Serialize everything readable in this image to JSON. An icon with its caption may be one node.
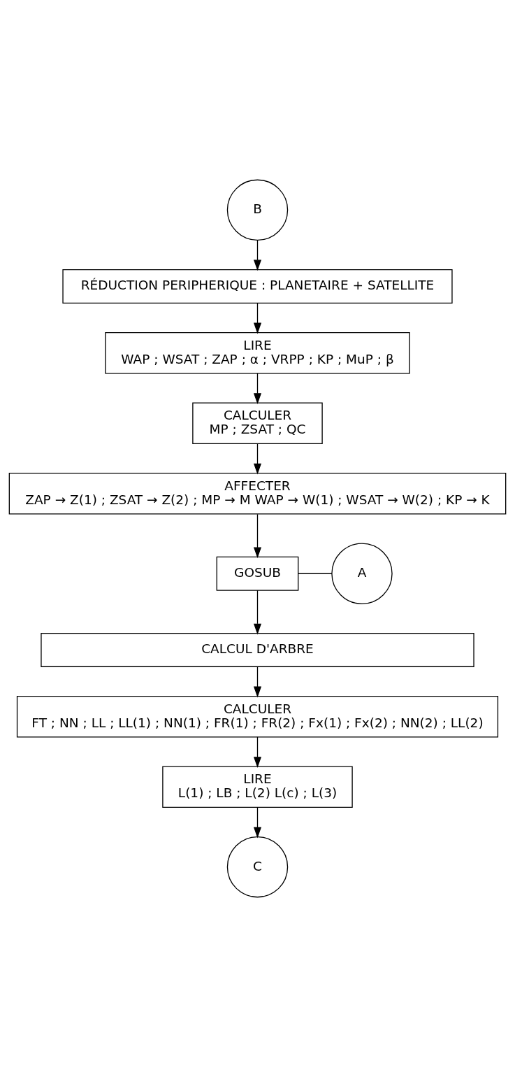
{
  "diagram": {
    "nodes": [
      {
        "text": [
          "B"
        ]
      },
      {
        "text": [
          "RÉDUCTION PERIPHERIQUE : PLANETAIRE + SATELLITE"
        ]
      },
      {
        "text": [
          "LIRE",
          "WAP ; WSAT ; ZAP ; α ; VRPP ; KP ; MuP ; β"
        ]
      },
      {
        "text": [
          "CALCULER",
          "MP ; ZSAT ; QC"
        ]
      },
      {
        "text": [
          "AFFECTER",
          "ZAP → Z(1) ; ZSAT → Z(2) ; MP → M WAP → W(1) ; WSAT → W(2) ; KP → K"
        ]
      },
      {
        "text": [
          "GOSUB"
        ]
      },
      {
        "text": [
          "A"
        ]
      },
      {
        "text": [
          "CALCUL D'ARBRE"
        ]
      },
      {
        "text": [
          "CALCULER",
          "FT ; NN ; LL ; LL(1) ; NN(1) ; FR(1) ; FR(2) ; Fx(1) ; Fx(2) ; NN(2) ; LL(2)"
        ]
      },
      {
        "text": [
          "LIRE",
          "L(1) ; LB ; L(2) L(c) ; L(3)"
        ]
      },
      {
        "text": [
          "C"
        ]
      }
    ],
    "edges": [
      {
        "from": 0,
        "to": 1,
        "arrow": "to"
      },
      {
        "from": 1,
        "to": 2,
        "arrow": "to"
      },
      {
        "from": 2,
        "to": 3,
        "arrow": "to"
      },
      {
        "from": 3,
        "to": 4,
        "arrow": "to"
      },
      {
        "from": 4,
        "to": 5,
        "arrow": "to"
      },
      {
        "from": 5,
        "to": 6,
        "arrow": "none"
      },
      {
        "from": 5,
        "to": 7,
        "arrow": "to"
      },
      {
        "from": 7,
        "to": 8,
        "arrow": "to"
      },
      {
        "from": 8,
        "to": 9,
        "arrow": "to"
      },
      {
        "from": 9,
        "to": 10,
        "arrow": "to"
      }
    ]
  }
}
